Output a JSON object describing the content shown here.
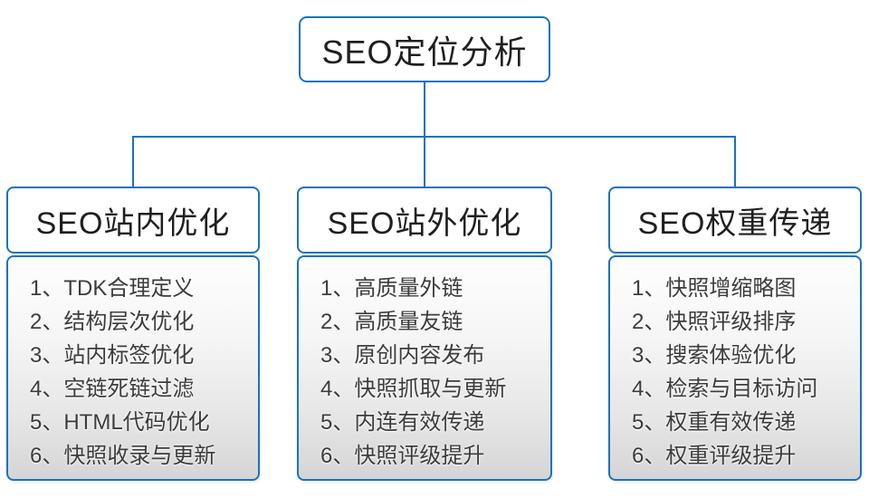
{
  "diagram": {
    "type": "tree",
    "root": {
      "title": "SEO定位分析"
    },
    "branches": [
      {
        "title": "SEO站内优化",
        "items": [
          "1、TDK合理定义",
          "2、结构层次优化",
          "3、站内标签优化",
          "4、空链死链过滤",
          "5、HTML代码优化",
          "6、快照收录与更新"
        ]
      },
      {
        "title": "SEO站外优化",
        "items": [
          "1、高质量外链",
          "2、高质量友链",
          "3、原创内容发布",
          "4、快照抓取与更新",
          "5、内连有效传递",
          "6、快照评级提升"
        ]
      },
      {
        "title": "SEO权重传递",
        "items": [
          "1、快照增缩略图",
          "2、快照评级排序",
          "3、搜索体验优化",
          "4、检索与目标访问",
          "5、权重有效传递",
          "6、权重评级提升"
        ]
      }
    ],
    "colors": {
      "line_and_border": "#1b72c0",
      "header_fill": "#ffffff",
      "list_gradient_top": "#fefefe",
      "list_gradient_bottom": "#d5d5d5",
      "text_dark": "#1f1f1f",
      "text_list": "#3c3c3c"
    }
  }
}
